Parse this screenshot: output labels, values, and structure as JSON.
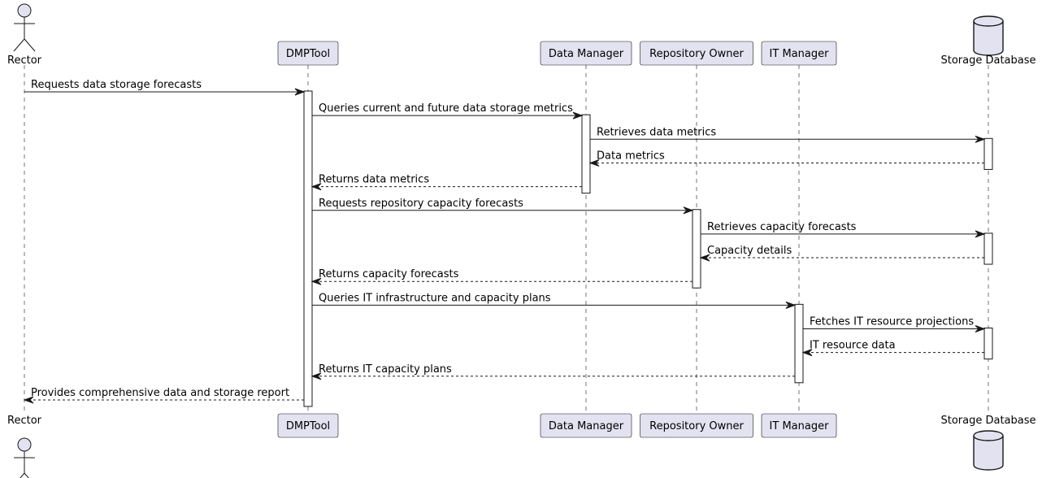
{
  "diagram": {
    "participants": [
      {
        "id": "rector",
        "label": "Rector",
        "kind": "actor"
      },
      {
        "id": "dmptool",
        "label": "DMPTool",
        "kind": "box"
      },
      {
        "id": "datamgr",
        "label": "Data Manager",
        "kind": "box"
      },
      {
        "id": "repoowner",
        "label": "Repository Owner",
        "kind": "box"
      },
      {
        "id": "itmgr",
        "label": "IT Manager",
        "kind": "box"
      },
      {
        "id": "storagedb",
        "label": "Storage Database",
        "kind": "database"
      }
    ],
    "messages": [
      {
        "from": "rector",
        "to": "dmptool",
        "text": "Requests data storage forecasts",
        "style": "call"
      },
      {
        "from": "dmptool",
        "to": "datamgr",
        "text": "Queries current and future data storage metrics",
        "style": "call"
      },
      {
        "from": "datamgr",
        "to": "storagedb",
        "text": "Retrieves data metrics",
        "style": "call"
      },
      {
        "from": "storagedb",
        "to": "datamgr",
        "text": "Data metrics",
        "style": "reply"
      },
      {
        "from": "datamgr",
        "to": "dmptool",
        "text": "Returns data metrics",
        "style": "reply"
      },
      {
        "from": "dmptool",
        "to": "repoowner",
        "text": "Requests repository capacity forecasts",
        "style": "call"
      },
      {
        "from": "repoowner",
        "to": "storagedb",
        "text": "Retrieves capacity forecasts",
        "style": "call"
      },
      {
        "from": "storagedb",
        "to": "repoowner",
        "text": "Capacity details",
        "style": "reply"
      },
      {
        "from": "repoowner",
        "to": "dmptool",
        "text": "Returns capacity forecasts",
        "style": "reply"
      },
      {
        "from": "dmptool",
        "to": "itmgr",
        "text": "Queries IT infrastructure and capacity plans",
        "style": "call"
      },
      {
        "from": "itmgr",
        "to": "storagedb",
        "text": "Fetches IT resource projections",
        "style": "call"
      },
      {
        "from": "storagedb",
        "to": "itmgr",
        "text": "IT resource data",
        "style": "reply"
      },
      {
        "from": "itmgr",
        "to": "dmptool",
        "text": "Returns IT capacity plans",
        "style": "reply"
      },
      {
        "from": "dmptool",
        "to": "rector",
        "text": "Provides comprehensive data and storage report",
        "style": "reply"
      }
    ],
    "activations": [
      {
        "participant": "dmptool",
        "from_msg": 0,
        "to_msg": 13
      },
      {
        "participant": "datamgr",
        "from_msg": 1,
        "to_msg": 4
      },
      {
        "participant": "storagedb",
        "from_msg": 2,
        "to_msg": 3
      },
      {
        "participant": "repoowner",
        "from_msg": 5,
        "to_msg": 8
      },
      {
        "participant": "storagedb",
        "from_msg": 6,
        "to_msg": 7
      },
      {
        "participant": "itmgr",
        "from_msg": 9,
        "to_msg": 12
      },
      {
        "participant": "storagedb",
        "from_msg": 10,
        "to_msg": 11
      }
    ],
    "colors": {
      "participant_fill": "#E2E2F0",
      "stroke": "#181818",
      "activation_fill": "#FFFFFF"
    }
  }
}
